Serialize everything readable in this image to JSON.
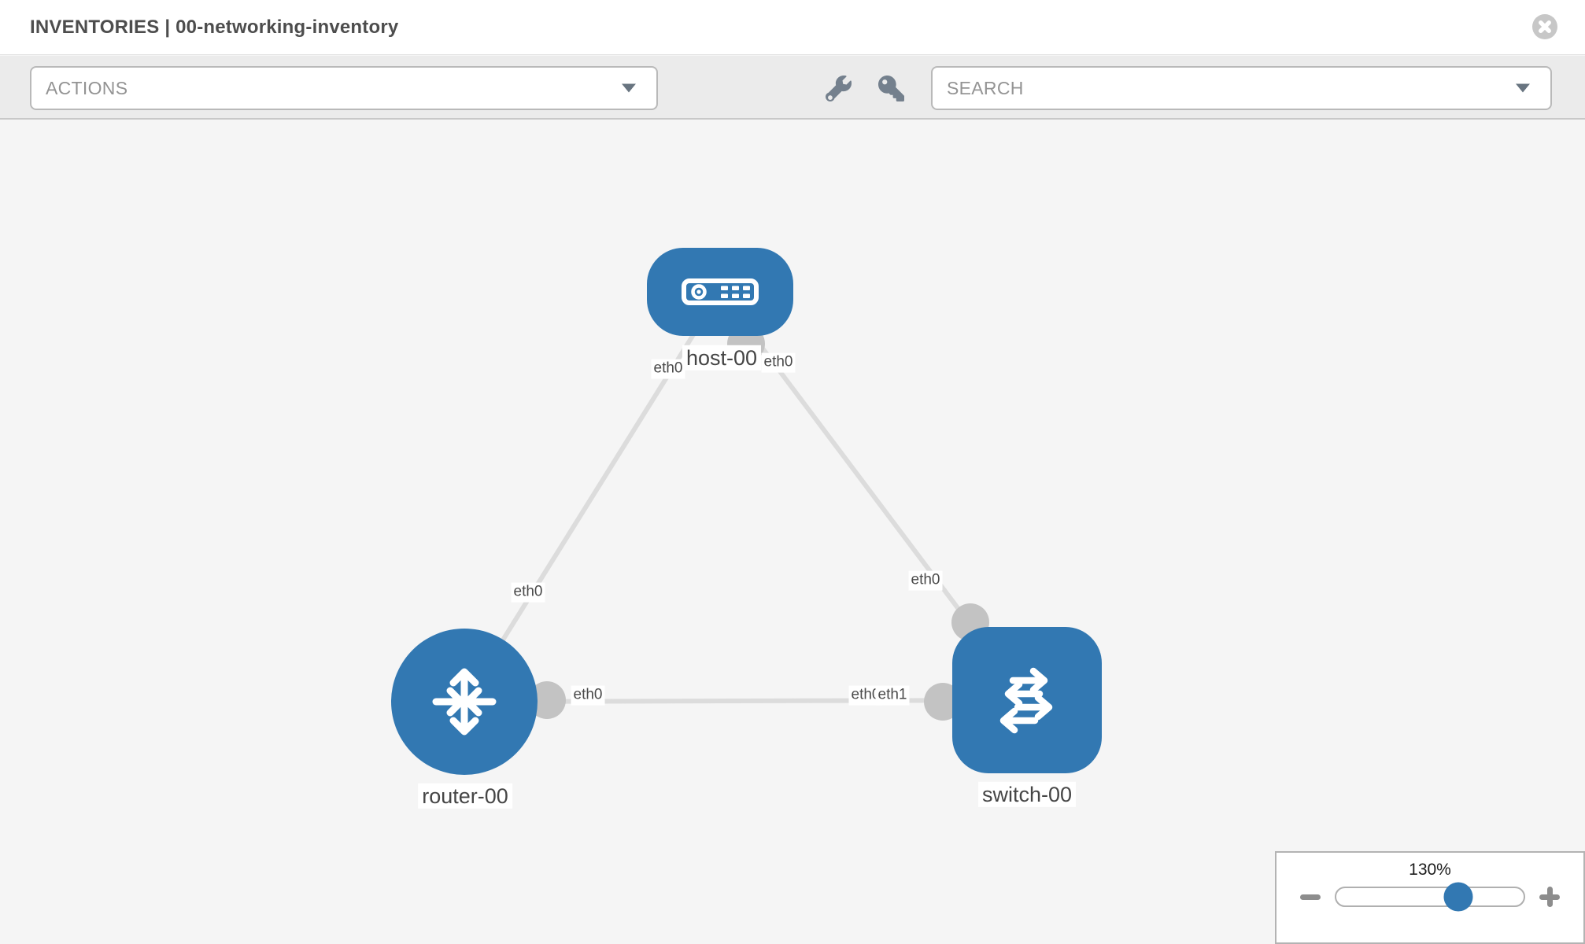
{
  "header": {
    "title": "INVENTORIES | 00-networking-inventory",
    "close_icon": "x-circle-icon"
  },
  "toolbar": {
    "actions_label": "ACTIONS",
    "search_placeholder": "SEARCH",
    "icons": [
      "wrench-icon",
      "key-icon",
      "chevron-down-icon"
    ]
  },
  "diagram": {
    "nodes": [
      {
        "label": "host-00",
        "type": "host",
        "icon": "server-icon"
      },
      {
        "label": "router-00",
        "type": "router",
        "icon": "router-arrows-icon"
      },
      {
        "label": "switch-00",
        "type": "switch",
        "icon": "switch-arrows-icon"
      }
    ],
    "links": [
      {
        "source": "host-00",
        "target": "router-00",
        "source_iface": "eth0",
        "target_iface": "eth0"
      },
      {
        "source": "host-00",
        "target": "switch-00",
        "source_iface": "eth0",
        "target_iface": "eth0"
      },
      {
        "source": "router-00",
        "target": "switch-00",
        "source_iface": "eth0",
        "target_iface": "eth1",
        "target_iface_overlapped": "eth0"
      }
    ]
  },
  "zoom_control": {
    "level": "130%",
    "minus_icon": "minus-icon",
    "plus_icon": "plus-icon"
  },
  "colors": {
    "node_blue": "#3278b2",
    "link_gray": "#dcdcdc",
    "endpoint_gray": "#c3c3c3",
    "canvas_bg": "#f5f5f5",
    "toolbar_bg": "#ebebeb",
    "icon_gray": "#74808d"
  }
}
